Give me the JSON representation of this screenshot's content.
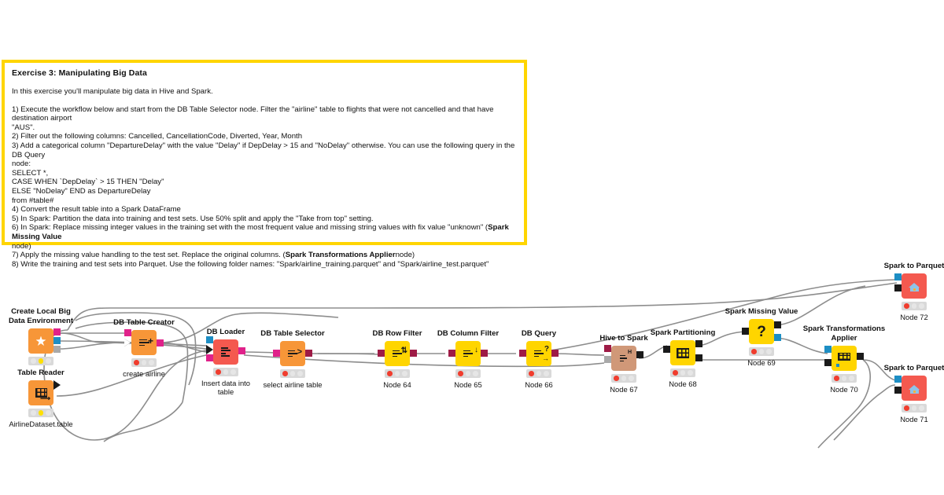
{
  "annotation": {
    "title": "Exercise 3: Manipulating Big Data",
    "intro": "In this exercise you'll manipulate big data in Hive and Spark.",
    "lines": [
      "1) Execute the workflow below and start from the DB Table Selector node. Filter the \"airline\" table to flights that were not cancelled and that have destination airport",
      "\"AUS\".",
      "2) Filter out the following columns: Cancelled, CancellationCode, Diverted, Year, Month",
      "3) Add a categorical column \"DepartureDelay\" with the value \"Delay\" if DepDelay > 15 and \"NoDelay\" otherwise. You can use the following query in the DB Query",
      "node:",
      "SELECT *,",
      "CASE WHEN `DepDelay` > 15 THEN \"Delay\"",
      "ELSE \"NoDelay\" END as DepartureDelay",
      "from #table#",
      "4) Convert the result table into a Spark DataFrame",
      "5) In Spark: Partition the data into training and test sets. Use 50% split and apply the \"Take from top\" setting."
    ],
    "line6_pre": "6) In Spark: Replace missing integer values in the training set with the most frequent value and missing string values with fix value \"unknown\" (",
    "line6_node": "Spark Missing Value",
    "line6_cont": "node)",
    "line7_pre": "7) Apply the missing value handling to the test set. Replace the original columns. (",
    "line7_node": "Spark Transformations Applier",
    "line7_post": "node)",
    "line8": "8) Write the training and test sets into Parquet. Use the following folder names: \"Spark/airline_training.parquet\" and \"Spark/airline_test.parquet\"",
    "border_color": "#FFD500"
  },
  "nodes": [
    {
      "id": "n_env",
      "caption": "Create Local Big\nData Environment",
      "sublabel": "",
      "status": "yellow",
      "color": "#F79638"
    },
    {
      "id": "n_reader",
      "caption": "Table Reader",
      "sublabel": "AirlineDataset.table",
      "status": "yellow",
      "color": "#F79638"
    },
    {
      "id": "n_creator",
      "caption": "DB Table Creator",
      "sublabel": "create airline",
      "status": "red",
      "color": "#F79638"
    },
    {
      "id": "n_loader",
      "caption": "DB Loader",
      "sublabel": "Insert data into\ntable",
      "status": "red",
      "color": "#F4594F"
    },
    {
      "id": "n_selector",
      "caption": "DB Table Selector",
      "sublabel": "select airline table",
      "status": "red",
      "color": "#F79638"
    },
    {
      "id": "n_rowfilter",
      "caption": "DB Row Filter",
      "sublabel": "Node 64",
      "status": "red",
      "color": "#FFD500"
    },
    {
      "id": "n_colfilter",
      "caption": "DB Column Filter",
      "sublabel": "Node 65",
      "status": "red",
      "color": "#FFD500"
    },
    {
      "id": "n_query",
      "caption": "DB Query",
      "sublabel": "Node 66",
      "status": "red",
      "color": "#FFD500"
    },
    {
      "id": "n_hive",
      "caption": "Hive to Spark",
      "sublabel": "Node 67",
      "status": "red",
      "color": "#D09878"
    },
    {
      "id": "n_part",
      "caption": "Spark Partitioning",
      "sublabel": "Node 68",
      "status": "red",
      "color": "#FFD500"
    },
    {
      "id": "n_missing",
      "caption": "Spark Missing Value",
      "sublabel": "Node 69",
      "status": "red",
      "color": "#FFD500"
    },
    {
      "id": "n_applier",
      "caption": "Spark Transformations\nApplier",
      "sublabel": "Node 70",
      "status": "red",
      "color": "#FFD500"
    },
    {
      "id": "n_parquet72",
      "caption": "Spark to Parquet",
      "sublabel": "Node 72",
      "status": "red",
      "color": "#F4594F"
    },
    {
      "id": "n_parquet71",
      "caption": "Spark to Parquet",
      "sublabel": "Node 71",
      "status": "red",
      "color": "#F4594F"
    }
  ],
  "icons": {
    "env": "big-data-environment-icon",
    "reader": "table-reader-icon",
    "creator": "db-table-creator-icon",
    "loader": "db-loader-icon",
    "selector": "db-table-selector-icon",
    "rowfilter": "db-row-filter-icon",
    "colfilter": "db-column-filter-icon",
    "query": "db-query-icon",
    "hive": "hive-to-spark-icon",
    "partitioning": "spark-partitioning-icon",
    "missing": "question-mark-icon",
    "applier": "spark-transformations-applier-icon",
    "parquet": "spark-to-parquet-icon"
  },
  "colors": {
    "wire": "#8d8d8d",
    "port_db": "#9E1B46",
    "port_db_light": "#E0218A",
    "port_flow": "#A9A9A9",
    "port_spark": "#1a1a1a",
    "port_blue": "#1d8ec4",
    "status_red": "#f03d2e",
    "status_yellow": "#ffe000",
    "canvas": "#ffffff"
  }
}
